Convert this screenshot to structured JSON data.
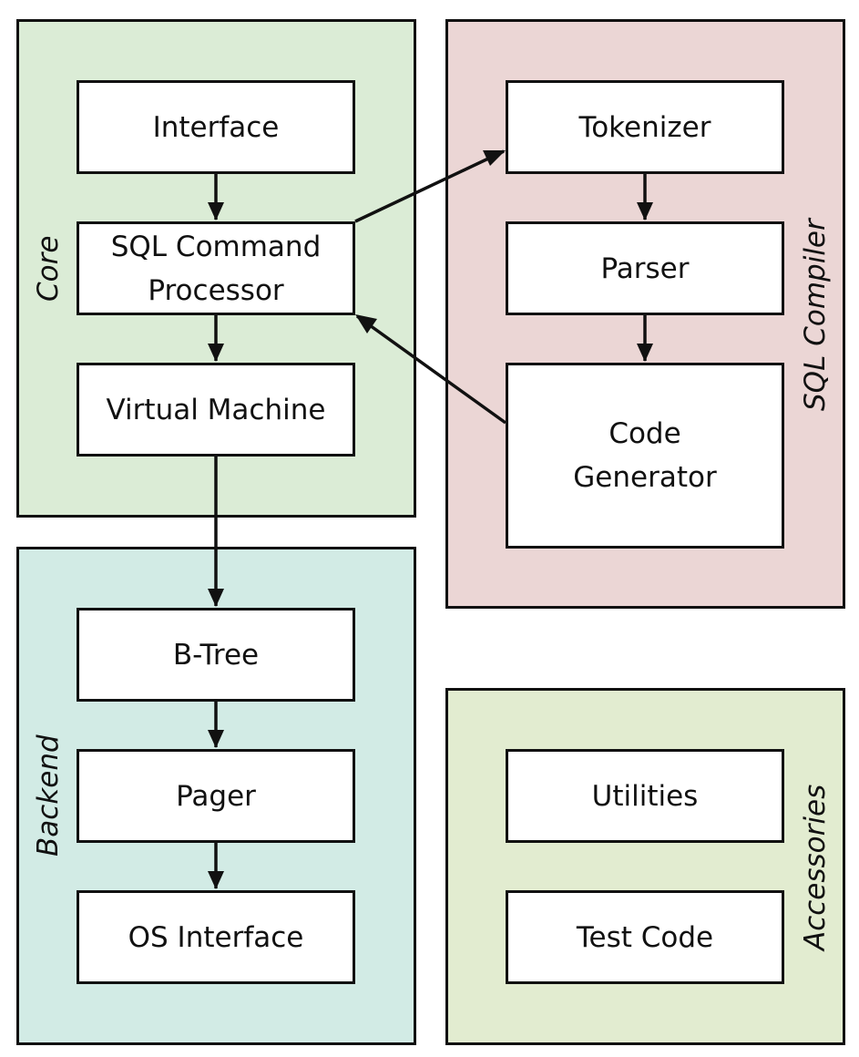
{
  "colors": {
    "core": "#dbecd6",
    "backend": "#d2ebe5",
    "sql_compiler": "#ebd6d5",
    "accessories": "#e2ecd0",
    "stroke": "#111111"
  },
  "panels": {
    "core": {
      "label": "Core"
    },
    "backend": {
      "label": "Backend"
    },
    "sql_compiler": {
      "label": "SQL Compiler"
    },
    "accessories": {
      "label": "Accessories"
    }
  },
  "boxes": {
    "interface": "Interface",
    "sql_command_processor": [
      "SQL Command",
      "Processor"
    ],
    "virtual_machine": "Virtual Machine",
    "b_tree": "B-Tree",
    "pager": "Pager",
    "os_interface": "OS Interface",
    "tokenizer": "Tokenizer",
    "parser": "Parser",
    "code_generator": [
      "Code",
      "Generator"
    ],
    "utilities": "Utilities",
    "test_code": "Test Code"
  }
}
